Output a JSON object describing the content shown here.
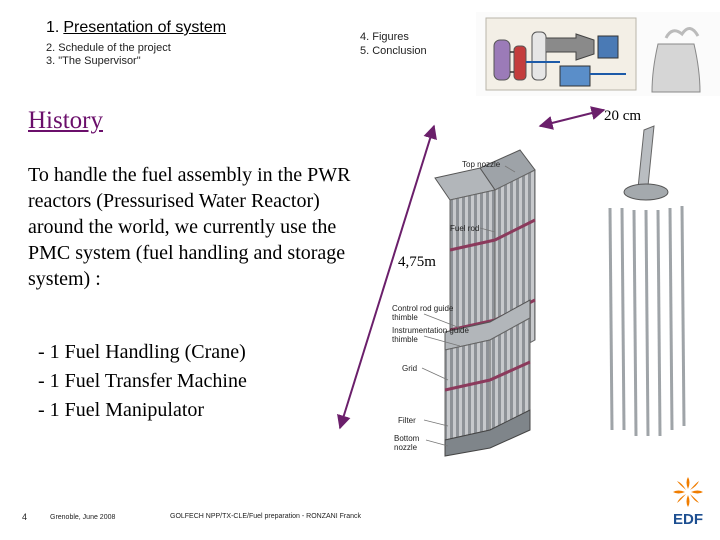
{
  "nav": {
    "current_num": "1.",
    "current_label": "Presentation of system",
    "item2": "2. Schedule of the project",
    "item3": "3. \"The Supervisor\"",
    "item4": "4. Figures",
    "item5": "5. Conclusion"
  },
  "heading": "History",
  "paragraph": "To handle the  fuel assembly in the PWR reactors (Pressurised Water Reactor) around the world, we currently use the PMC system (fuel handling and storage system) :",
  "bullets": [
    "- 1 Fuel Handling (Crane)",
    "- 1 Fuel Transfer Machine",
    "- 1 Fuel Manipulator"
  ],
  "dimensions": {
    "width": "20 cm",
    "height": "4,75m"
  },
  "assembly_labels": {
    "top_nozzle": "Top nozzle",
    "fuel_rod": "Fuel rod",
    "control_rod": "Control rod guide thimble",
    "instrumentation": "Instrumentation guide thimble",
    "grid": "Grid",
    "filter": "Filter",
    "bottom_nozzle": "Bottom nozzle"
  },
  "footer": {
    "page": "4",
    "location_date": "Grenoble, June 2008",
    "author": "GOLFECH NPP/TX-CLE/Fuel preparation - RONZANI Franck"
  },
  "logo_text": "EDF",
  "colors": {
    "heading": "#6b0f6b",
    "arrow": "#6b1f6b",
    "edf_orange": "#f07d00",
    "edf_blue": "#1d4f91"
  }
}
